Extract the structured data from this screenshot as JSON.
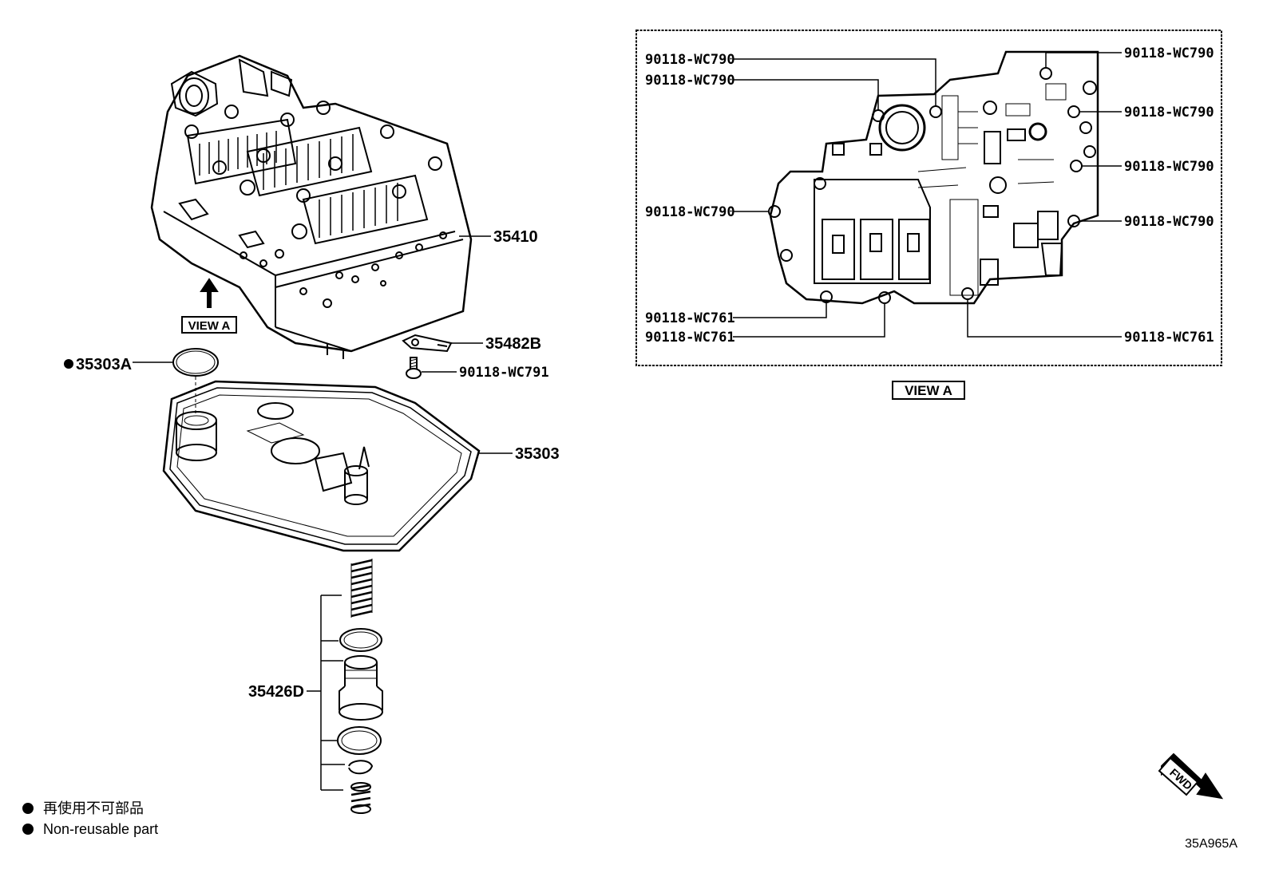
{
  "callouts": {
    "p35410": "35410",
    "p35482B": "35482B",
    "p90118_WC791": "90118-WC791",
    "p35303A": "35303A",
    "p35303": "35303",
    "p35426D": "35426D"
  },
  "view_a_label": "VIEW A",
  "view_a_panel": {
    "left": {
      "l1": "90118-WC790",
      "l2": "90118-WC790",
      "l3": "90118-WC790",
      "l4": "90118-WC761",
      "l5": "90118-WC761"
    },
    "right": {
      "r1": "90118-WC790",
      "r2": "90118-WC790",
      "r3": "90118-WC790",
      "r4": "90118-WC790",
      "r5": "90118-WC761"
    },
    "caption": "VIEW A"
  },
  "fwd_label": "FWD",
  "legend": {
    "jp": "再使用不可部品",
    "en": "Non-reusable part"
  },
  "drawing_code": "35A965A"
}
